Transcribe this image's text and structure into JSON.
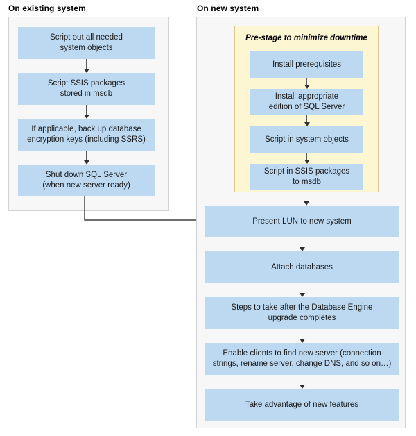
{
  "diagram": {
    "title": "SQL Server upgrade / migration flow",
    "colors": {
      "node_fill": "#bdd9f2",
      "panel_fill": "#f7f7f7",
      "panel_border": "#d2d2d2",
      "prestage_fill": "#fdf6d3",
      "prestage_border": "#d9c98e",
      "arrow": "#5a5a5a",
      "text": "#1a1a1a"
    }
  },
  "panels": {
    "left": {
      "title": "On existing system",
      "nodes": [
        {
          "id": "script-out-system-objects",
          "line1": "Script out all needed",
          "line2": "system objects"
        },
        {
          "id": "script-ssis-packages",
          "line1": "Script SSIS packages",
          "line2": "stored in msdb"
        },
        {
          "id": "back-up-encryption-keys",
          "line1": "If applicable, back up database",
          "line2": "encryption keys (including SSRS)"
        },
        {
          "id": "shut-down-sql-server",
          "line1": "Shut down SQL Server",
          "line2": "(when new server ready)"
        }
      ]
    },
    "right": {
      "title": "On new system",
      "prestage": {
        "title": "Pre-stage to minimize downtime",
        "nodes": [
          {
            "id": "install-prerequisites",
            "line1": "Install prerequisites",
            "line2": ""
          },
          {
            "id": "install-edition-sql-server",
            "line1": "Install appropriate",
            "line2": "edition of SQL Server"
          },
          {
            "id": "script-in-system-objects",
            "line1": "Script in system objects",
            "line2": ""
          },
          {
            "id": "script-in-ssis-packages",
            "line1": "Script in SSIS packages",
            "line2": "to msdb"
          }
        ]
      },
      "nodes": [
        {
          "id": "present-lun",
          "line1": "Present LUN to new system",
          "line2": ""
        },
        {
          "id": "attach-databases",
          "line1": "Attach databases",
          "line2": ""
        },
        {
          "id": "post-upgrade-steps",
          "line1": "Steps to take after the Database Engine",
          "line2": "upgrade completes"
        },
        {
          "id": "enable-clients",
          "line1": "Enable clients to find new server (connection",
          "line2": "strings, rename server, change DNS, and so on…)"
        },
        {
          "id": "take-advantage-new-features",
          "line1": "Take advantage of new features",
          "line2": ""
        }
      ]
    }
  }
}
